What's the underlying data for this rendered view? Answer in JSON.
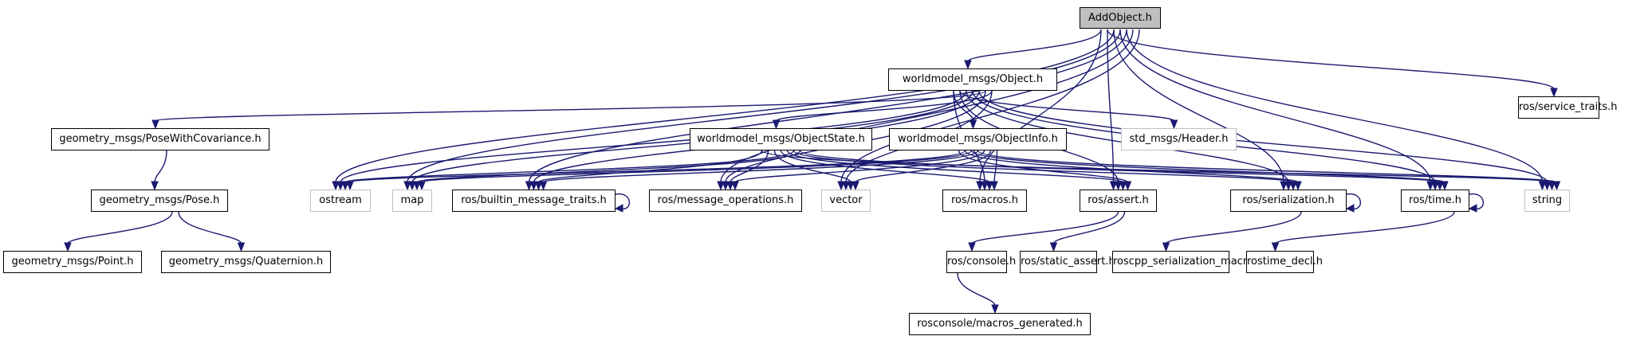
{
  "diagram": {
    "type": "include-dependency-graph",
    "root": "AddObject.h",
    "colors": {
      "edge": "#191970",
      "root_fill": "#bfbfbf",
      "node_border": "#000000",
      "external_border": "#bfbfbf"
    },
    "nodes": [
      {
        "id": "addobject",
        "label": "AddObject.h",
        "kind": "root"
      },
      {
        "id": "object",
        "label": "worldmodel_msgs/Object.h",
        "kind": "doc"
      },
      {
        "id": "service_traits",
        "label": "ros/service_traits.h",
        "kind": "doc"
      },
      {
        "id": "posewithcov",
        "label": "geometry_msgs/PoseWithCovariance.h",
        "kind": "doc"
      },
      {
        "id": "objectstate",
        "label": "worldmodel_msgs/ObjectState.h",
        "kind": "doc"
      },
      {
        "id": "objectinfo",
        "label": "worldmodel_msgs/ObjectInfo.h",
        "kind": "doc"
      },
      {
        "id": "header",
        "label": "std_msgs/Header.h",
        "kind": "external"
      },
      {
        "id": "pose",
        "label": "geometry_msgs/Pose.h",
        "kind": "doc"
      },
      {
        "id": "ostream",
        "label": "ostream",
        "kind": "external"
      },
      {
        "id": "map",
        "label": "map",
        "kind": "external"
      },
      {
        "id": "builtin",
        "label": "ros/builtin_message_traits.h",
        "kind": "doc"
      },
      {
        "id": "msgops",
        "label": "ros/message_operations.h",
        "kind": "doc"
      },
      {
        "id": "vector",
        "label": "vector",
        "kind": "external"
      },
      {
        "id": "macros",
        "label": "ros/macros.h",
        "kind": "doc"
      },
      {
        "id": "assert",
        "label": "ros/assert.h",
        "kind": "doc"
      },
      {
        "id": "serialization",
        "label": "ros/serialization.h",
        "kind": "doc"
      },
      {
        "id": "time",
        "label": "ros/time.h",
        "kind": "doc"
      },
      {
        "id": "string",
        "label": "string",
        "kind": "external"
      },
      {
        "id": "point",
        "label": "geometry_msgs/Point.h",
        "kind": "doc"
      },
      {
        "id": "quaternion",
        "label": "geometry_msgs/Quaternion.h",
        "kind": "doc"
      },
      {
        "id": "console",
        "label": "ros/console.h",
        "kind": "doc"
      },
      {
        "id": "static_assert",
        "label": "ros/static_assert.h",
        "kind": "doc"
      },
      {
        "id": "roscpp_ser_macros",
        "label": "roscpp_serialization_macros.h",
        "kind": "doc"
      },
      {
        "id": "rostime_decl",
        "label": "rostime_decl.h",
        "kind": "doc"
      },
      {
        "id": "macros_generated",
        "label": "rosconsole/macros_generated.h",
        "kind": "doc"
      }
    ],
    "edges": [
      [
        "addobject",
        "object"
      ],
      [
        "addobject",
        "service_traits"
      ],
      [
        "addobject",
        "ostream"
      ],
      [
        "addobject",
        "map"
      ],
      [
        "addobject",
        "builtin"
      ],
      [
        "addobject",
        "msgops"
      ],
      [
        "addobject",
        "vector"
      ],
      [
        "addobject",
        "macros"
      ],
      [
        "addobject",
        "assert"
      ],
      [
        "addobject",
        "serialization"
      ],
      [
        "addobject",
        "time"
      ],
      [
        "addobject",
        "string"
      ],
      [
        "object",
        "posewithcov"
      ],
      [
        "object",
        "objectstate"
      ],
      [
        "object",
        "objectinfo"
      ],
      [
        "object",
        "header"
      ],
      [
        "object",
        "ostream"
      ],
      [
        "object",
        "map"
      ],
      [
        "object",
        "builtin"
      ],
      [
        "object",
        "msgops"
      ],
      [
        "object",
        "vector"
      ],
      [
        "object",
        "macros"
      ],
      [
        "object",
        "assert"
      ],
      [
        "object",
        "serialization"
      ],
      [
        "object",
        "time"
      ],
      [
        "object",
        "string"
      ],
      [
        "objectstate",
        "ostream"
      ],
      [
        "objectstate",
        "map"
      ],
      [
        "objectstate",
        "builtin"
      ],
      [
        "objectstate",
        "msgops"
      ],
      [
        "objectstate",
        "vector"
      ],
      [
        "objectstate",
        "macros"
      ],
      [
        "objectstate",
        "assert"
      ],
      [
        "objectstate",
        "serialization"
      ],
      [
        "objectstate",
        "time"
      ],
      [
        "objectstate",
        "string"
      ],
      [
        "objectinfo",
        "ostream"
      ],
      [
        "objectinfo",
        "map"
      ],
      [
        "objectinfo",
        "builtin"
      ],
      [
        "objectinfo",
        "msgops"
      ],
      [
        "objectinfo",
        "vector"
      ],
      [
        "objectinfo",
        "macros"
      ],
      [
        "objectinfo",
        "assert"
      ],
      [
        "objectinfo",
        "serialization"
      ],
      [
        "objectinfo",
        "time"
      ],
      [
        "objectinfo",
        "string"
      ],
      [
        "posewithcov",
        "pose"
      ],
      [
        "pose",
        "point"
      ],
      [
        "pose",
        "quaternion"
      ],
      [
        "builtin",
        "builtin"
      ],
      [
        "serialization",
        "serialization"
      ],
      [
        "time",
        "time"
      ],
      [
        "assert",
        "console"
      ],
      [
        "assert",
        "static_assert"
      ],
      [
        "serialization",
        "roscpp_ser_macros"
      ],
      [
        "time",
        "rostime_decl"
      ],
      [
        "console",
        "macros_generated"
      ]
    ]
  }
}
